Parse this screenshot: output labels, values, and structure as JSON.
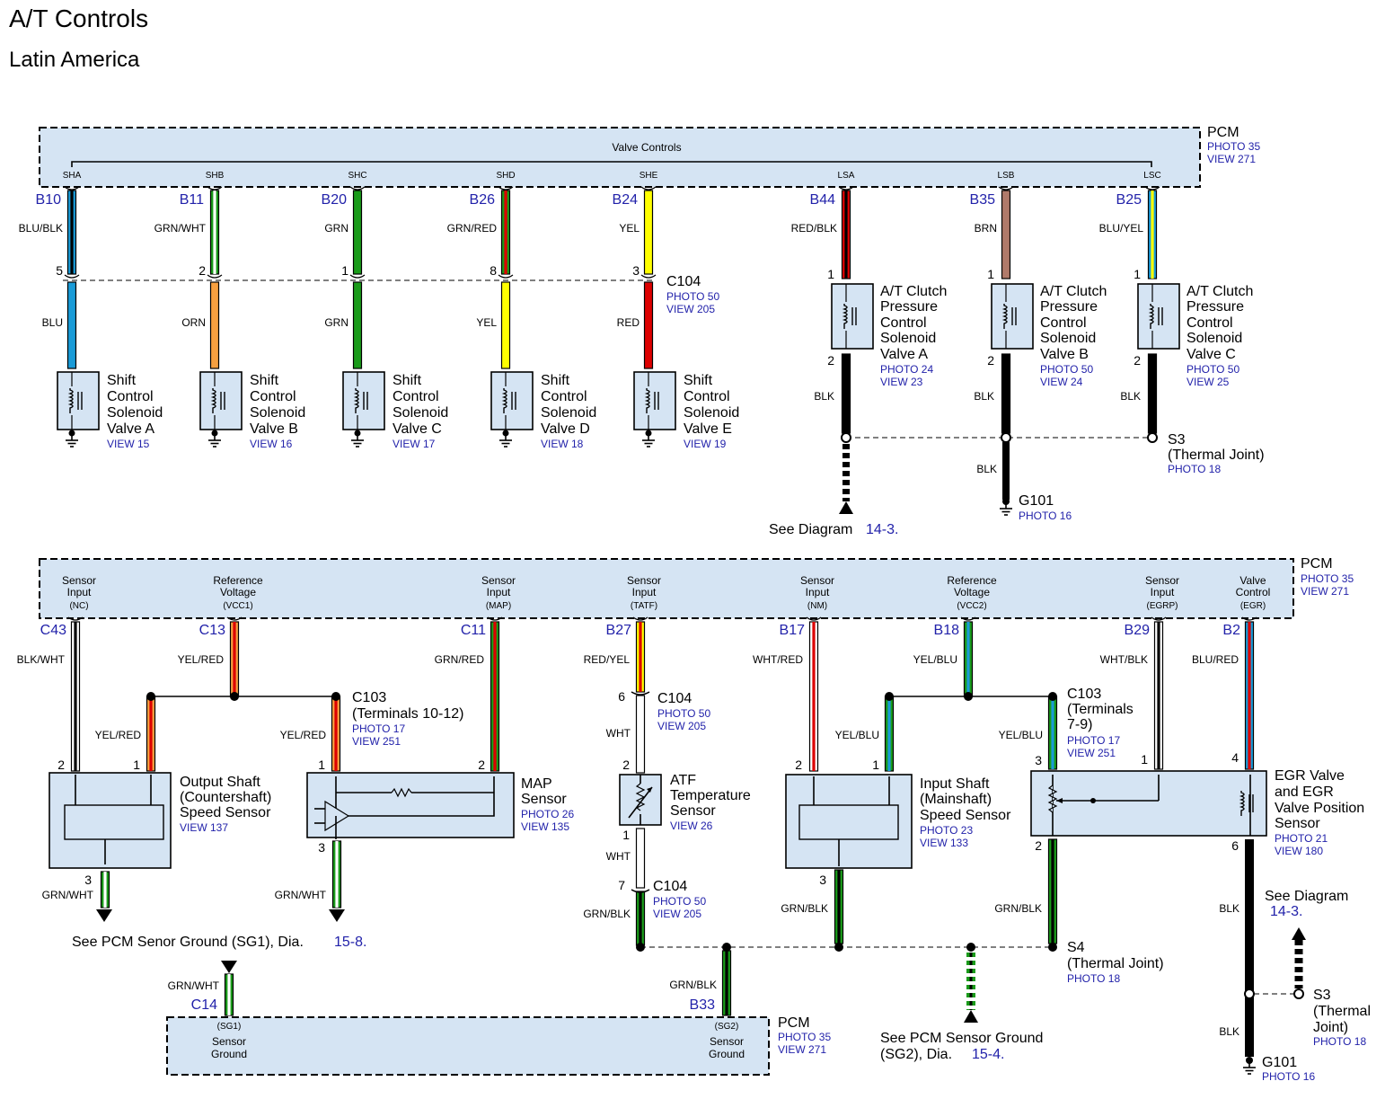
{
  "title": "A/T Controls",
  "subtitle": "Latin America",
  "pcm_top": {
    "label": "PCM",
    "photo": "PHOTO 35",
    "view": "VIEW 271",
    "group_label": "Valve Controls",
    "terminals": [
      {
        "name": "SHA",
        "pin": "B10",
        "wire_top": "BLU/BLK"
      },
      {
        "name": "SHB",
        "pin": "B11",
        "wire_top": "GRN/WHT"
      },
      {
        "name": "SHC",
        "pin": "B20",
        "wire_top": "GRN"
      },
      {
        "name": "SHD",
        "pin": "B26",
        "wire_top": "GRN/RED"
      },
      {
        "name": "SHE",
        "pin": "B24",
        "wire_top": "YEL"
      },
      {
        "name": "LSA",
        "pin": "B44",
        "wire_top": "RED/BLK"
      },
      {
        "name": "LSB",
        "pin": "B35",
        "wire_top": "BRN"
      },
      {
        "name": "LSC",
        "pin": "B25",
        "wire_top": "BLU/YEL"
      }
    ]
  },
  "c104_top": {
    "label": "C104",
    "photo": "PHOTO 50",
    "view": "VIEW 205",
    "pins": [
      "5",
      "2",
      "1",
      "8",
      "3"
    ],
    "wire_bottom": [
      "BLU",
      "ORN",
      "GRN",
      "YEL",
      "RED"
    ]
  },
  "shift_valves": [
    {
      "line1": "Shift",
      "line2": "Control",
      "line3": "Solenoid",
      "line4": "Valve A",
      "view": "VIEW 15"
    },
    {
      "line1": "Shift",
      "line2": "Control",
      "line3": "Solenoid",
      "line4": "Valve B",
      "view": "VIEW 16"
    },
    {
      "line1": "Shift",
      "line2": "Control",
      "line3": "Solenoid",
      "line4": "Valve C",
      "view": "VIEW 17"
    },
    {
      "line1": "Shift",
      "line2": "Control",
      "line3": "Solenoid",
      "line4": "Valve D",
      "view": "VIEW 18"
    },
    {
      "line1": "Shift",
      "line2": "Control",
      "line3": "Solenoid",
      "line4": "Valve E",
      "view": "VIEW 19"
    }
  ],
  "clutch_valves": [
    {
      "line1": "A/T Clutch",
      "line2": "Pressure",
      "line3": "Control",
      "line4": "Solenoid",
      "line5": "Valve A",
      "photo": "PHOTO 24",
      "view": "VIEW 23",
      "pin_in": "1",
      "pin_out": "2",
      "wire_out": "BLK"
    },
    {
      "line1": "A/T Clutch",
      "line2": "Pressure",
      "line3": "Control",
      "line4": "Solenoid",
      "line5": "Valve B",
      "photo": "PHOTO 50",
      "view": "VIEW 24",
      "pin_in": "1",
      "pin_out": "2",
      "wire_out": "BLK"
    },
    {
      "line1": "A/T Clutch",
      "line2": "Pressure",
      "line3": "Control",
      "line4": "Solenoid",
      "line5": "Valve C",
      "photo": "PHOTO 50",
      "view": "VIEW 25",
      "pin_in": "1",
      "pin_out": "2",
      "wire_out": "BLK"
    }
  ],
  "s3_top": {
    "label": "S3",
    "desc": "(Thermal Joint)",
    "photo": "PHOTO 18"
  },
  "g101_top": {
    "wire": "BLK",
    "label": "G101",
    "photo": "PHOTO 16"
  },
  "see_diagram_top": {
    "text": "See Diagram",
    "ref": "14-3."
  },
  "pcm_bottom": {
    "label": "PCM",
    "photo": "PHOTO 35",
    "view": "VIEW 271",
    "terminals": [
      {
        "l1": "Sensor",
        "l2": "Input",
        "l3": "(NC)",
        "pin": "C43",
        "wire": "BLK/WHT"
      },
      {
        "l1": "Reference",
        "l2": "Voltage",
        "l3": "(VCC1)",
        "pin": "C13",
        "wire": "YEL/RED"
      },
      {
        "l1": "Sensor",
        "l2": "Input",
        "l3": "(MAP)",
        "pin": "C11",
        "wire": "GRN/RED"
      },
      {
        "l1": "Sensor",
        "l2": "Input",
        "l3": "(TATF)",
        "pin": "B27",
        "wire": "RED/YEL"
      },
      {
        "l1": "Sensor",
        "l2": "Input",
        "l3": "(NM)",
        "pin": "B17",
        "wire": "WHT/RED"
      },
      {
        "l1": "Reference",
        "l2": "Voltage",
        "l3": "(VCC2)",
        "pin": "B18",
        "wire": "YEL/BLU"
      },
      {
        "l1": "Sensor",
        "l2": "Input",
        "l3": "(EGRP)",
        "pin": "B29",
        "wire": "WHT/BLK"
      },
      {
        "l1": "Valve",
        "l2": "Control",
        "l3": "(EGR)",
        "pin": "B2",
        "wire": "BLU/RED"
      }
    ]
  },
  "c103_left": {
    "label": "C103",
    "desc": "(Terminals 10-12)",
    "photo": "PHOTO 17",
    "view": "VIEW 251"
  },
  "c103_right": {
    "label": "C103",
    "desc1": "(Terminals",
    "desc2": "7-9)",
    "photo": "PHOTO 17",
    "view": "VIEW 251"
  },
  "branch_wires": {
    "vcc1_a": "YEL/RED",
    "vcc1_b": "YEL/RED",
    "vcc2_a": "YEL/BLU",
    "vcc2_b": "YEL/BLU"
  },
  "output_shaft": {
    "line1": "Output Shaft",
    "line2": "(Countershaft)",
    "line3": "Speed Sensor",
    "view": "VIEW 137",
    "pin_l": "2",
    "pin_r": "1",
    "pin_b": "3",
    "wire_b": "GRN/WHT"
  },
  "map_sensor": {
    "line1": "MAP",
    "line2": "Sensor",
    "photo": "PHOTO 26",
    "view": "VIEW 135",
    "pin_l": "1",
    "pin_r": "2",
    "pin_b": "3",
    "wire_b": "GRN/WHT"
  },
  "atf_sensor": {
    "line1": "ATF",
    "line2": "Temperature",
    "line3": "Sensor",
    "view": "VIEW 26",
    "pin_t": "2",
    "pin_b": "1",
    "wire_t": "WHT",
    "wire_b": "WHT"
  },
  "c104_upper": {
    "pin": "6",
    "label": "C104",
    "photo": "PHOTO 50",
    "view": "VIEW 205"
  },
  "c104_lower": {
    "pin": "7",
    "label": "C104",
    "photo": "PHOTO 50",
    "view": "VIEW 205",
    "wire_b": "GRN/BLK"
  },
  "input_shaft": {
    "line1": "Input Shaft",
    "line2": "(Mainshaft)",
    "line3": "Speed Sensor",
    "photo": "PHOTO 23",
    "view": "VIEW 133",
    "pin_l": "2",
    "pin_r": "1",
    "pin_b": "3",
    "wire_b": "GRN/BLK"
  },
  "egr_valve": {
    "line1": "EGR Valve",
    "line2": "and EGR",
    "line3": "Valve Position",
    "line4": "Sensor",
    "photo": "PHOTO 21",
    "view": "VIEW 180",
    "pin_3": "3",
    "pin_1": "1",
    "pin_4": "4",
    "pin_2": "2",
    "pin_6": "6",
    "wire_2": "GRN/BLK",
    "wire_6": "BLK"
  },
  "s4": {
    "label": "S4",
    "desc": "(Thermal Joint)",
    "photo": "PHOTO 18"
  },
  "see_pcm_sg1": {
    "text": "See PCM Senor Ground (SG1), Dia.",
    "ref": "15-8."
  },
  "see_pcm_sg2": {
    "line1": "See PCM Sensor Ground",
    "line2": "(SG2), Dia.",
    "ref": "15-4."
  },
  "see_diagram_right": {
    "line1": "See Diagram",
    "ref": "14-3."
  },
  "s3_bottom": {
    "label": "S3",
    "desc1": "(Thermal",
    "desc2": "Joint)",
    "photo": "PHOTO 18"
  },
  "g101_bottom": {
    "wire": "BLK",
    "label": "G101",
    "photo": "PHOTO 16"
  },
  "pcm_ground": {
    "label": "PCM",
    "photo": "PHOTO 35",
    "view": "VIEW 271",
    "left": {
      "pin": "C14",
      "wire": "GRN/WHT",
      "l1": "(SG1)",
      "l2": "Sensor",
      "l3": "Ground"
    },
    "right": {
      "pin": "B33",
      "wire": "GRN/BLK",
      "l1": "(SG2)",
      "l2": "Sensor",
      "l3": "Ground"
    }
  },
  "colors": {
    "BLU": "#1a9bd7",
    "GRN": "#1a9b1a",
    "YEL": "#ffff00",
    "RED": "#dd0000",
    "ORN": "#f7a040",
    "BRN": "#b07a6a",
    "BLK": "#000000",
    "WHT": "#ffffff",
    "panel": "#d5e4f3",
    "ref_text": "#2222aa"
  }
}
